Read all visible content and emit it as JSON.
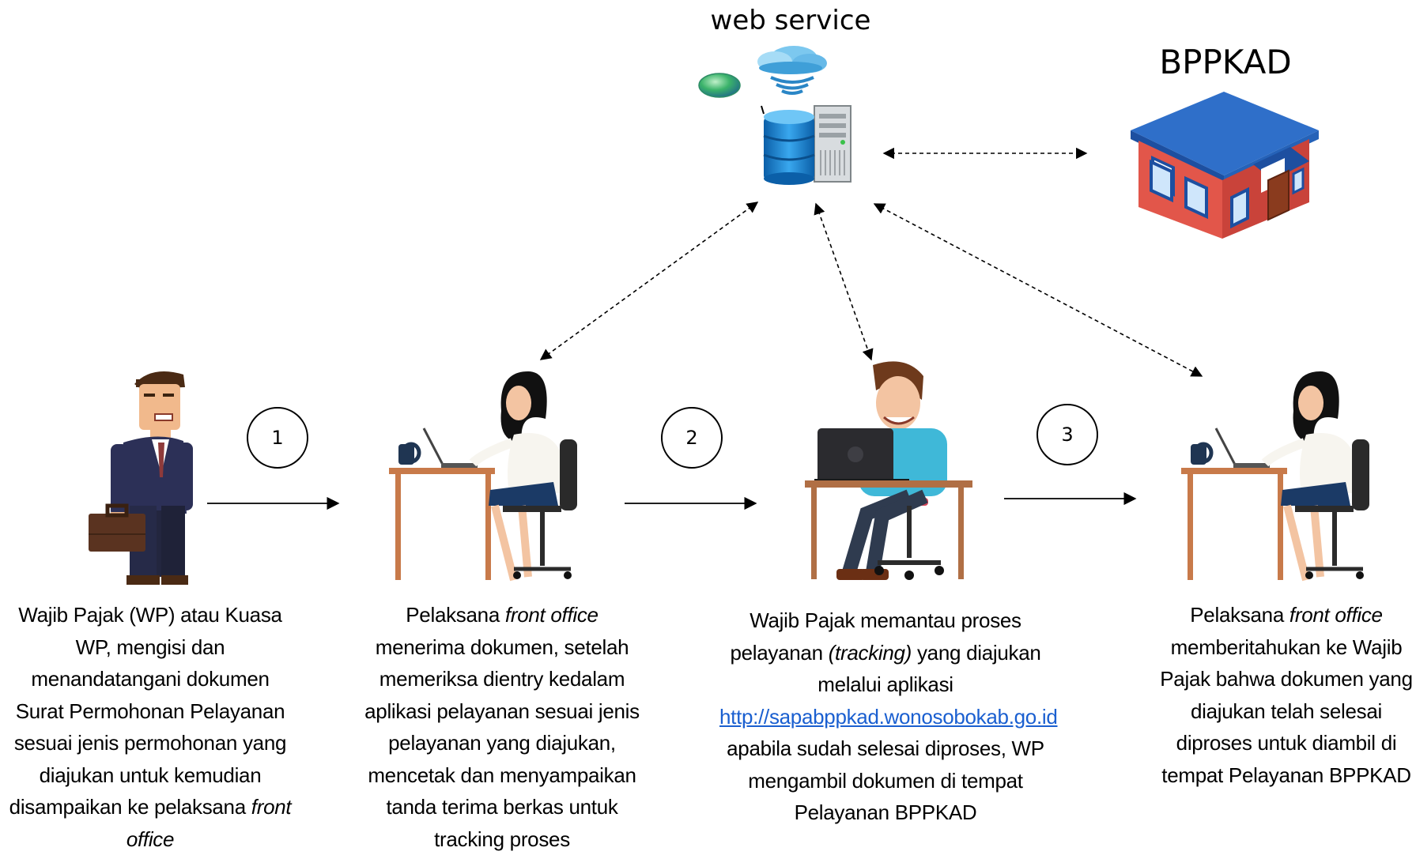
{
  "nodes": {
    "web_service": {
      "title": "web service"
    },
    "bppkad": {
      "title": "BPPKAD"
    }
  },
  "steps": [
    "1",
    "2",
    "3"
  ],
  "descriptions": {
    "wajib_pajak": {
      "parts": [
        "Wajib Pajak (WP) atau Kuasa WP, mengisi dan menandatangani dokumen Surat Permohonan Pelayanan sesuai jenis permohonan yang diajukan untuk kemudian disampaikan ke pelaksana ",
        "front office"
      ]
    },
    "front_office_1": {
      "parts": [
        "Pelaksana ",
        "front office",
        " menerima dokumen, setelah memeriksa dientry kedalam aplikasi pelayanan sesuai jenis pelayanan yang diajukan, mencetak dan menyampaikan tanda terima berkas untuk tracking proses"
      ]
    },
    "wajib_pajak_tracking": {
      "parts": [
        "Wajib Pajak memantau proses pelayanan ",
        "(tracking)",
        " yang diajukan melalui aplikasi ",
        "http://sapabppkad.wonosobokab.go.id",
        " apabila sudah selesai diproses, WP mengambil dokumen di tempat Pelayanan BPPKAD"
      ]
    },
    "front_office_2": {
      "parts": [
        "Pelaksana ",
        "front office",
        " memberitahukan ke Wajib Pajak bahwa dokumen yang diajukan telah selesai diproses untuk diambil di tempat Pelayanan BPPKAD"
      ]
    }
  },
  "colors": {
    "roof": "#2f6fc9",
    "wall": "#e2564a",
    "server_blue": "#1e88d8",
    "desk": "#c87a4a",
    "shirt_blue": "#3fb8d8",
    "link": "#1a5fd0"
  },
  "icons": [
    "cloud-icon",
    "globe-icon",
    "database-server-icon",
    "house-icon",
    "businessman-icon",
    "office-worker-icon",
    "laptop-user-icon"
  ]
}
